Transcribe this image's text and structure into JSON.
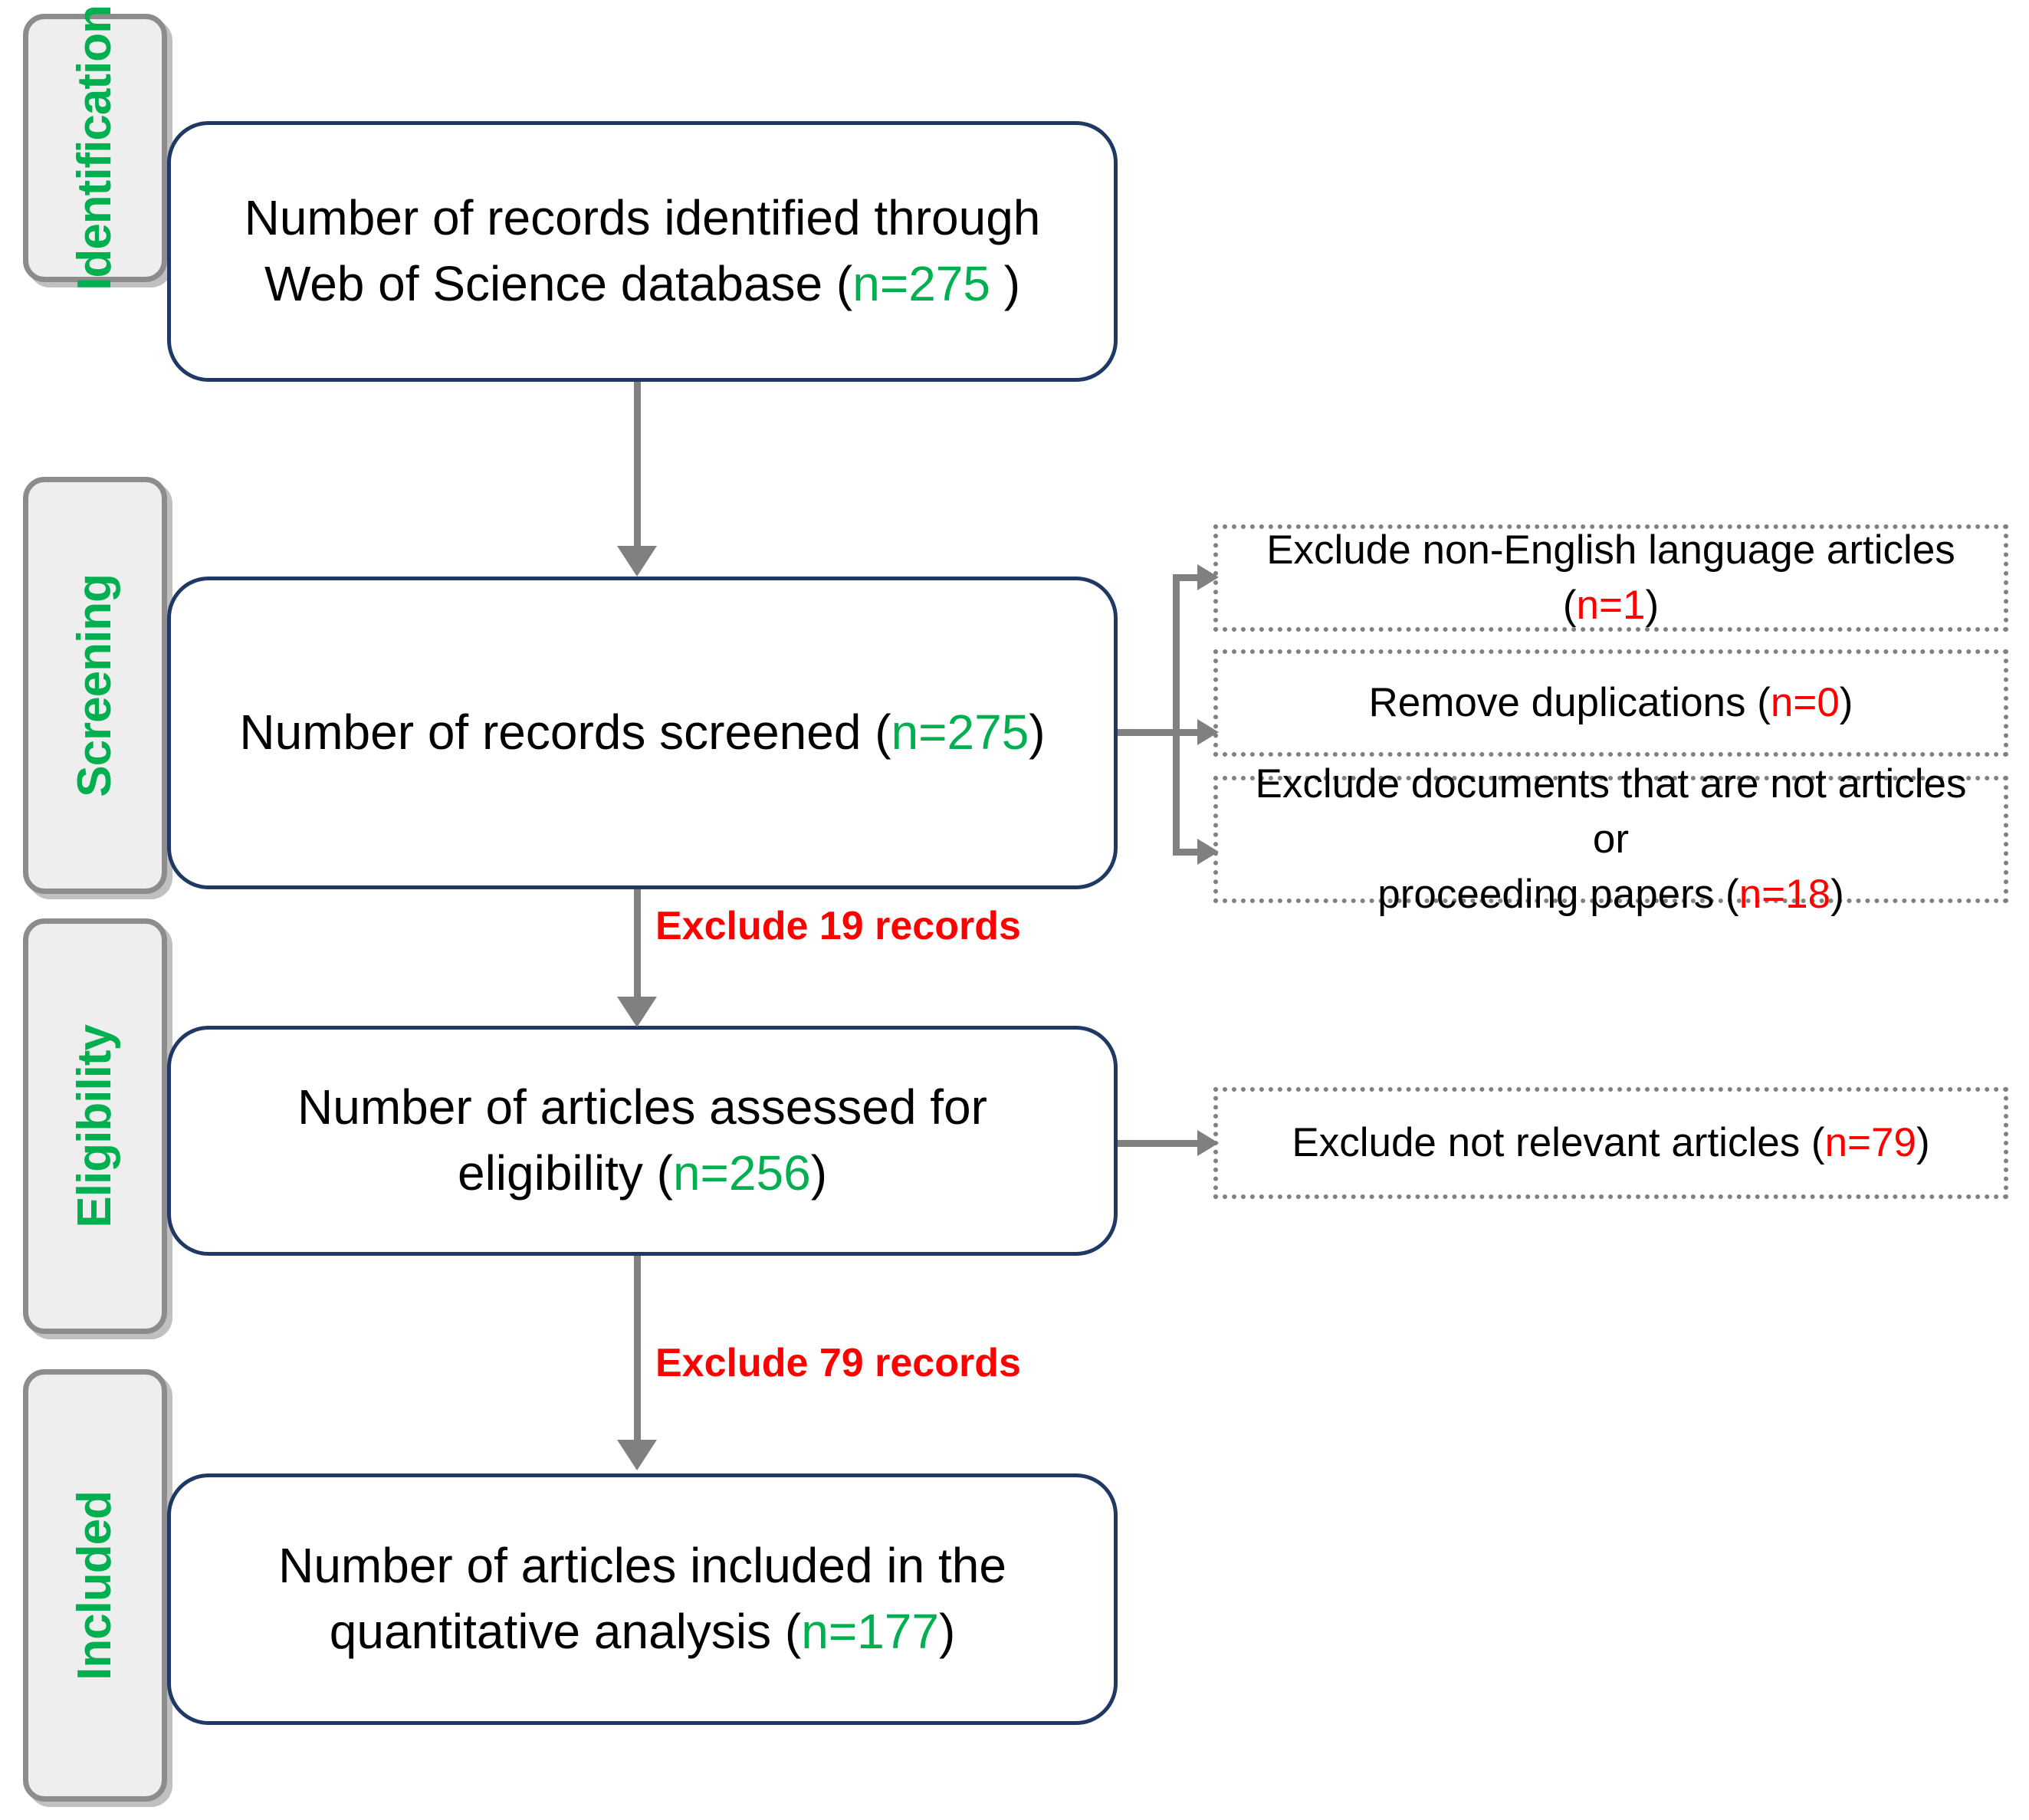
{
  "diagram": {
    "title": "PRISMA flow diagram of literature selection",
    "colors": {
      "stage_label_text": "#00b050",
      "stage_box_fill": "#eeeeee",
      "stage_box_border": "#8c8c8c",
      "main_box_border": "#1f3864",
      "main_box_fill": "#ffffff",
      "exclusion_box_border": "#808080",
      "connector": "#808080",
      "count_green": "#00b050",
      "count_red": "#ff0000"
    }
  },
  "stages": [
    {
      "label": "Identification"
    },
    {
      "label": "Screening"
    },
    {
      "label": "Eligibility"
    },
    {
      "label": "Included"
    }
  ],
  "main_boxes": [
    {
      "line1": "Number of records identified through",
      "line2_pre": "Web of Science database (",
      "line2_count": "n=275",
      "line2_post": " )"
    },
    {
      "line1": "",
      "line2_pre": "Number of records screened (",
      "line2_count": "n=275",
      "line2_post": ")"
    },
    {
      "line1": "Number of articles assessed for",
      "line2_pre": "eligibility (",
      "line2_count": "n=256",
      "line2_post": ")"
    },
    {
      "line1": "Number of articles included in the",
      "line2_pre": "quantitative analysis (",
      "line2_count": "n=177",
      "line2_post": ")"
    }
  ],
  "exclusion_boxes": [
    {
      "line1": "",
      "line2_pre": "Exclude non-English language articles (",
      "line2_count": "n=1",
      "line2_post": ")"
    },
    {
      "line1": "",
      "line2_pre": "Remove duplications  (",
      "line2_count": "n=0",
      "line2_post": ")"
    },
    {
      "line1": "Exclude documents that are not articles or",
      "line2_pre": "proceeding papers (",
      "line2_count": "n=18",
      "line2_post": ")"
    },
    {
      "line1": "",
      "line2_pre": "Exclude not relevant articles (",
      "line2_count": "n=79",
      "line2_post": ")"
    }
  ],
  "flow_captions": [
    {
      "text": "Exclude 19 records"
    },
    {
      "text": "Exclude 79 records"
    }
  ]
}
